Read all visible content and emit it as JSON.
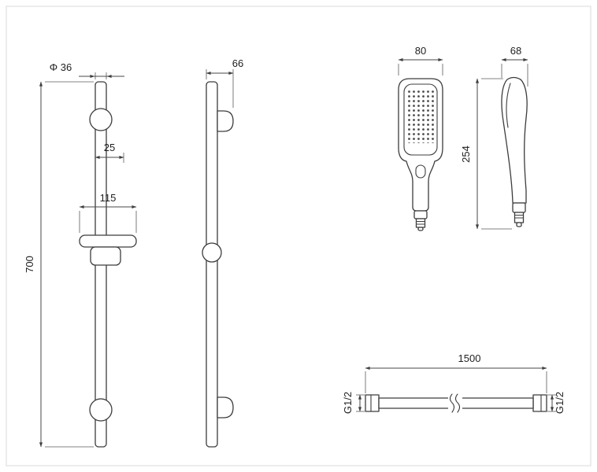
{
  "labels": {
    "rail_diameter": "Φ 36",
    "rail_offset": "25",
    "holder_width": "115",
    "rail_length": "700",
    "rail_depth": "66",
    "head_width": "80",
    "head_depth": "68",
    "handset_length": "254",
    "hose_length": "1500",
    "thread_left": "G1/2",
    "thread_right": "G1/2"
  }
}
